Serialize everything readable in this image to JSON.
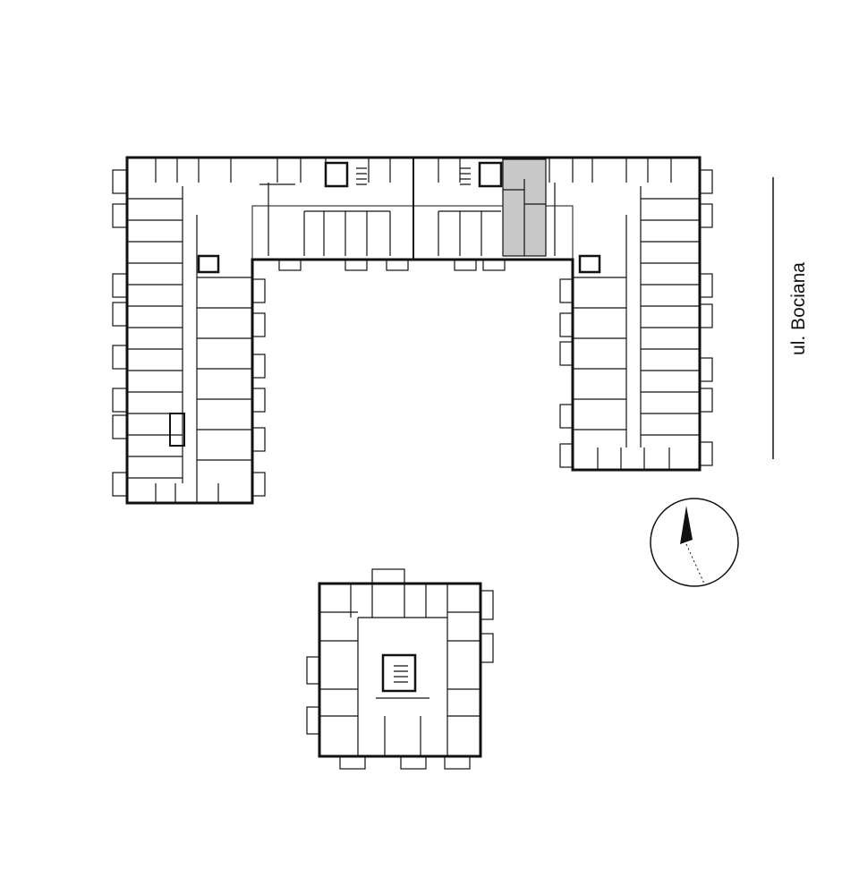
{
  "street": {
    "name": "ul. Bociana"
  },
  "highlight_color": "#c8c8c8",
  "wall_color": "#111111",
  "icons": {
    "compass": "north-arrow-compass"
  },
  "buildings": [
    "u-shaped-building",
    "square-building"
  ]
}
